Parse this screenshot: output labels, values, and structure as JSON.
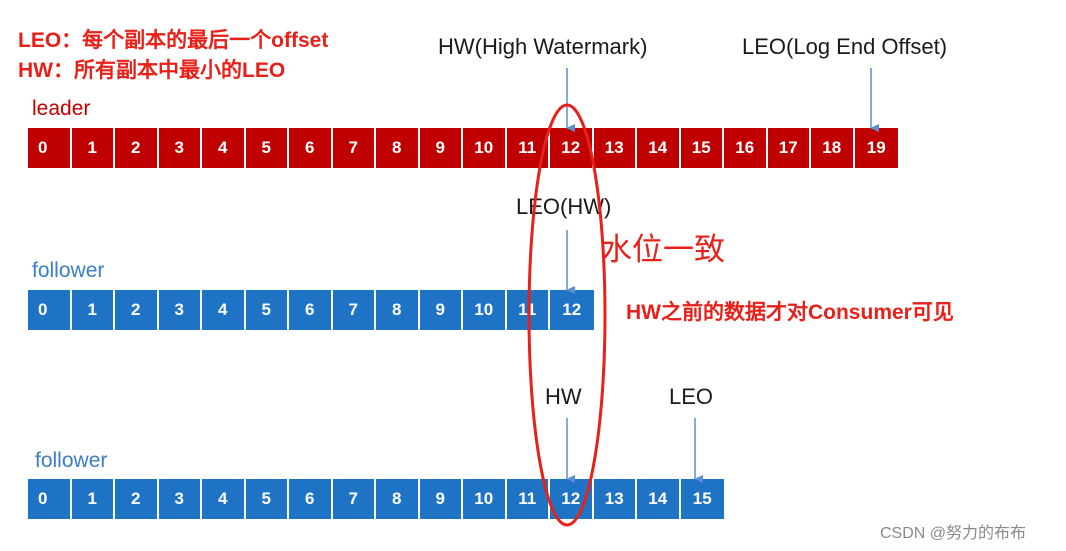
{
  "notes": {
    "leo_def": "LEO：每个副本的最后一个offset",
    "hw_def": "HW：所有副本中最小的LEO"
  },
  "labels": {
    "hw_high_watermark": "HW(High Watermark)",
    "leo_log_end_offset": "LEO(Log End Offset)",
    "leo_hw": "LEO(HW)",
    "water_level": "水位一致",
    "hw_visibility": "HW之前的数据才对Consumer可见",
    "hw": "HW",
    "leo": "LEO"
  },
  "rows": {
    "leader": {
      "name": "leader",
      "color": "#c00000",
      "name_color": "#c00000",
      "cells": [
        "0",
        "1",
        "2",
        "3",
        "4",
        "5",
        "6",
        "7",
        "8",
        "9",
        "10",
        "11",
        "12",
        "13",
        "14",
        "15",
        "16",
        "17",
        "18",
        "19"
      ]
    },
    "follower1": {
      "name": "follower",
      "color": "#1f73c4",
      "name_color": "#3a7fc6",
      "cells": [
        "0",
        "1",
        "2",
        "3",
        "4",
        "5",
        "6",
        "7",
        "8",
        "9",
        "10",
        "11",
        "12"
      ]
    },
    "follower2": {
      "name": "follower",
      "color": "#1f73c4",
      "name_color": "#3a7fc6",
      "cells": [
        "0",
        "1",
        "2",
        "3",
        "4",
        "5",
        "6",
        "7",
        "8",
        "9",
        "10",
        "11",
        "12",
        "13",
        "14",
        "15"
      ]
    }
  },
  "colors": {
    "accent_red": "#e8201a",
    "arrow_blue": "#5b8fd0",
    "ellipse_red": "#e8201a"
  },
  "watermark": "CSDN @努力的布布"
}
